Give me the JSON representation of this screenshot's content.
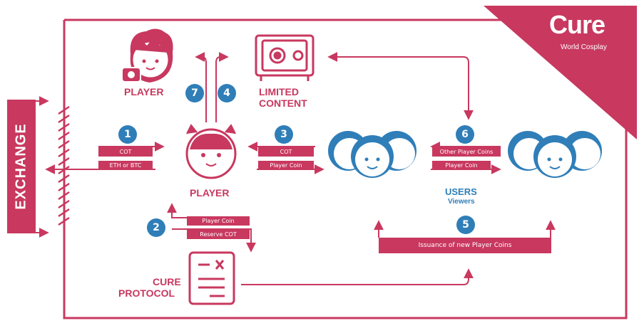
{
  "brand": {
    "name": "Cure",
    "tagline": "World Cosplay"
  },
  "colors": {
    "accent": "#c8385f",
    "blue": "#2f7eb8"
  },
  "exchange": {
    "label": "EXCHANGE"
  },
  "player_top": {
    "label": "PLAYER"
  },
  "player_center": {
    "label": "PLAYER"
  },
  "limited_content": {
    "line1": "LIMITED",
    "line2": "CONTENT"
  },
  "users": {
    "title": "USERS",
    "subtitle": "Viewers"
  },
  "cure_protocol": {
    "line1": "CURE",
    "line2": "PROTOCOL"
  },
  "steps": {
    "s1": "1",
    "s2": "2",
    "s3": "3",
    "s4": "4",
    "s5": "5",
    "s6": "6",
    "s7": "7"
  },
  "flow_labels": {
    "cot_1": "COT",
    "eth_btc": "ETH or BTC",
    "cot_3": "COT",
    "player_coin_3": "Player Coin",
    "player_coin_2": "Player Coin",
    "reserve_cot": "Reserve COT",
    "other_player_coins": "Other Player Coins",
    "player_coin_6": "Player Coin",
    "issuance": "Issuance of new Player Coins"
  },
  "icons": [
    "player-avatar-camera-icon",
    "safe-icon",
    "player-avatar-icon",
    "user-face-icon",
    "document-icon"
  ]
}
